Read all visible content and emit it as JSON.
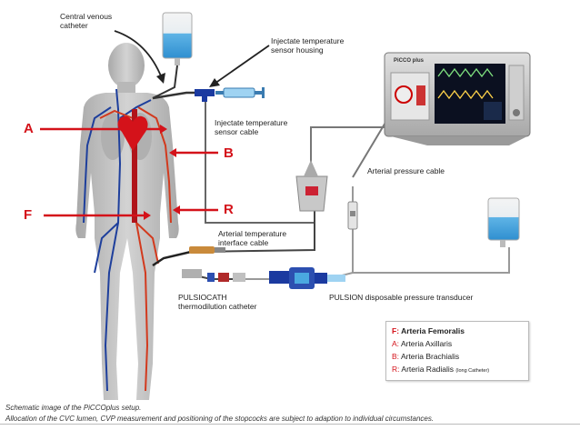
{
  "labels": {
    "central_venous_catheter": [
      "Central venous",
      "catheter"
    ],
    "injectate_temp_housing": [
      "Injectate temperature",
      "sensor housing"
    ],
    "injectate_temp_cable": [
      "Injectate temperature",
      "sensor cable"
    ],
    "arterial_pressure_cable": "Arterial pressure cable",
    "arterial_temp_interface": [
      "Arterial temperature",
      "interface cable"
    ],
    "pulsiocath": [
      "PULSIOCATH",
      "thermodilution catheter"
    ],
    "transducer": "PULSION disposable pressure transducer",
    "monitor_brand": "PiCCO plus"
  },
  "letters": {
    "a": "A",
    "b": "B",
    "r": "R",
    "f": "F"
  },
  "legend": {
    "f": {
      "key": "F:",
      "text": "Arteria Femoralis"
    },
    "a": {
      "key": "A:",
      "text": "Arteria Axillaris"
    },
    "b": {
      "key": "B:",
      "text": "Arteria Brachialis"
    },
    "r": {
      "key": "R:",
      "text": "Arteria Radialis",
      "note": "(long Catheter)"
    }
  },
  "caption": {
    "line1": "Schematic image of the PiCCOplus setup.",
    "line2": "Allocation of the CVC lumen, CVP measurement and positioning of the stopcocks are subject to adaption to individual circumstances."
  },
  "colors": {
    "accent_red": "#d4121a",
    "body_gray": "#c4c4c4",
    "vein_blue": "#1e3f9c",
    "artery_red": "#d23a1e",
    "fluid_blue": "#4aa8e0"
  }
}
